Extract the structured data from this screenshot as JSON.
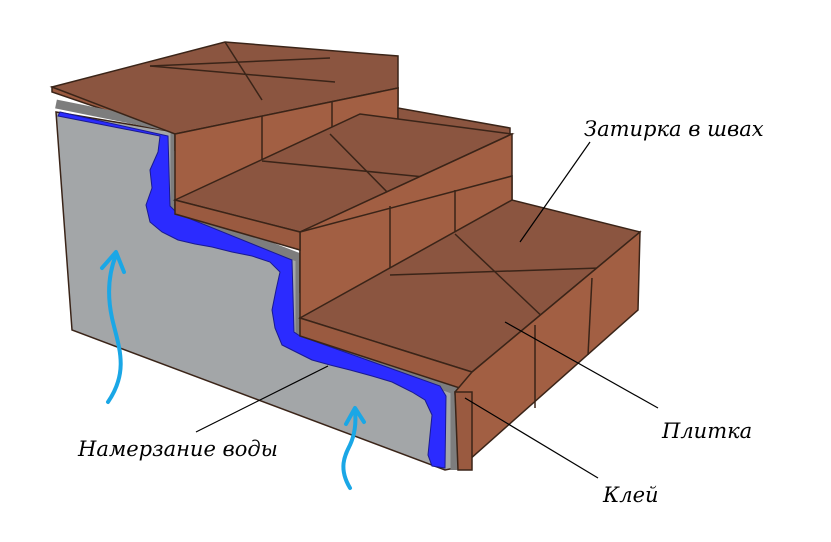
{
  "labels": {
    "grout": "Затирка в швах",
    "tile": "Плитка",
    "adhesive": "Клей",
    "water": "Намерзание воды"
  },
  "colors": {
    "background": "#ffffff",
    "tile_top": "#8b5540",
    "tile_front": "#a25f43",
    "tile_side": "#9a5a40",
    "joint": "#3a2418",
    "concrete": "#a3a6a8",
    "adhesive": "#7d7d7d",
    "water_ice": "#2b2bff",
    "arrow": "#1aa7e6",
    "leader": "#000000",
    "text": "#000000"
  },
  "icons": [
    "up-arrow-icon",
    "up-arrow-icon"
  ]
}
